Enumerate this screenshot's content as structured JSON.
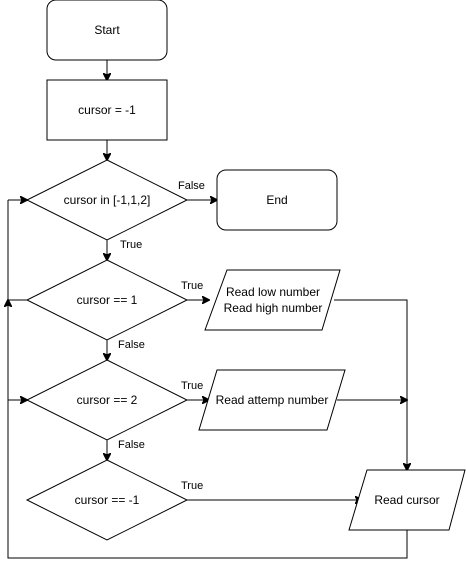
{
  "nodes": {
    "start": "Start",
    "init": "cursor = -1",
    "check_in": "cursor in [-1,1,2]",
    "end": "End",
    "check_1": "cursor == 1",
    "read_low": "Read low number",
    "read_high": "Read high number",
    "check_2": "cursor == 2",
    "read_attempt": "Read attemp number",
    "check_neg1": "cursor == -1",
    "read_cursor": "Read cursor"
  },
  "labels": {
    "false_end": "False",
    "true_check1": "True",
    "true_read_low": "True",
    "false_check2": "False",
    "true_read_attempt": "True",
    "false_checkneg1": "False",
    "true_read_cursor": "True"
  }
}
